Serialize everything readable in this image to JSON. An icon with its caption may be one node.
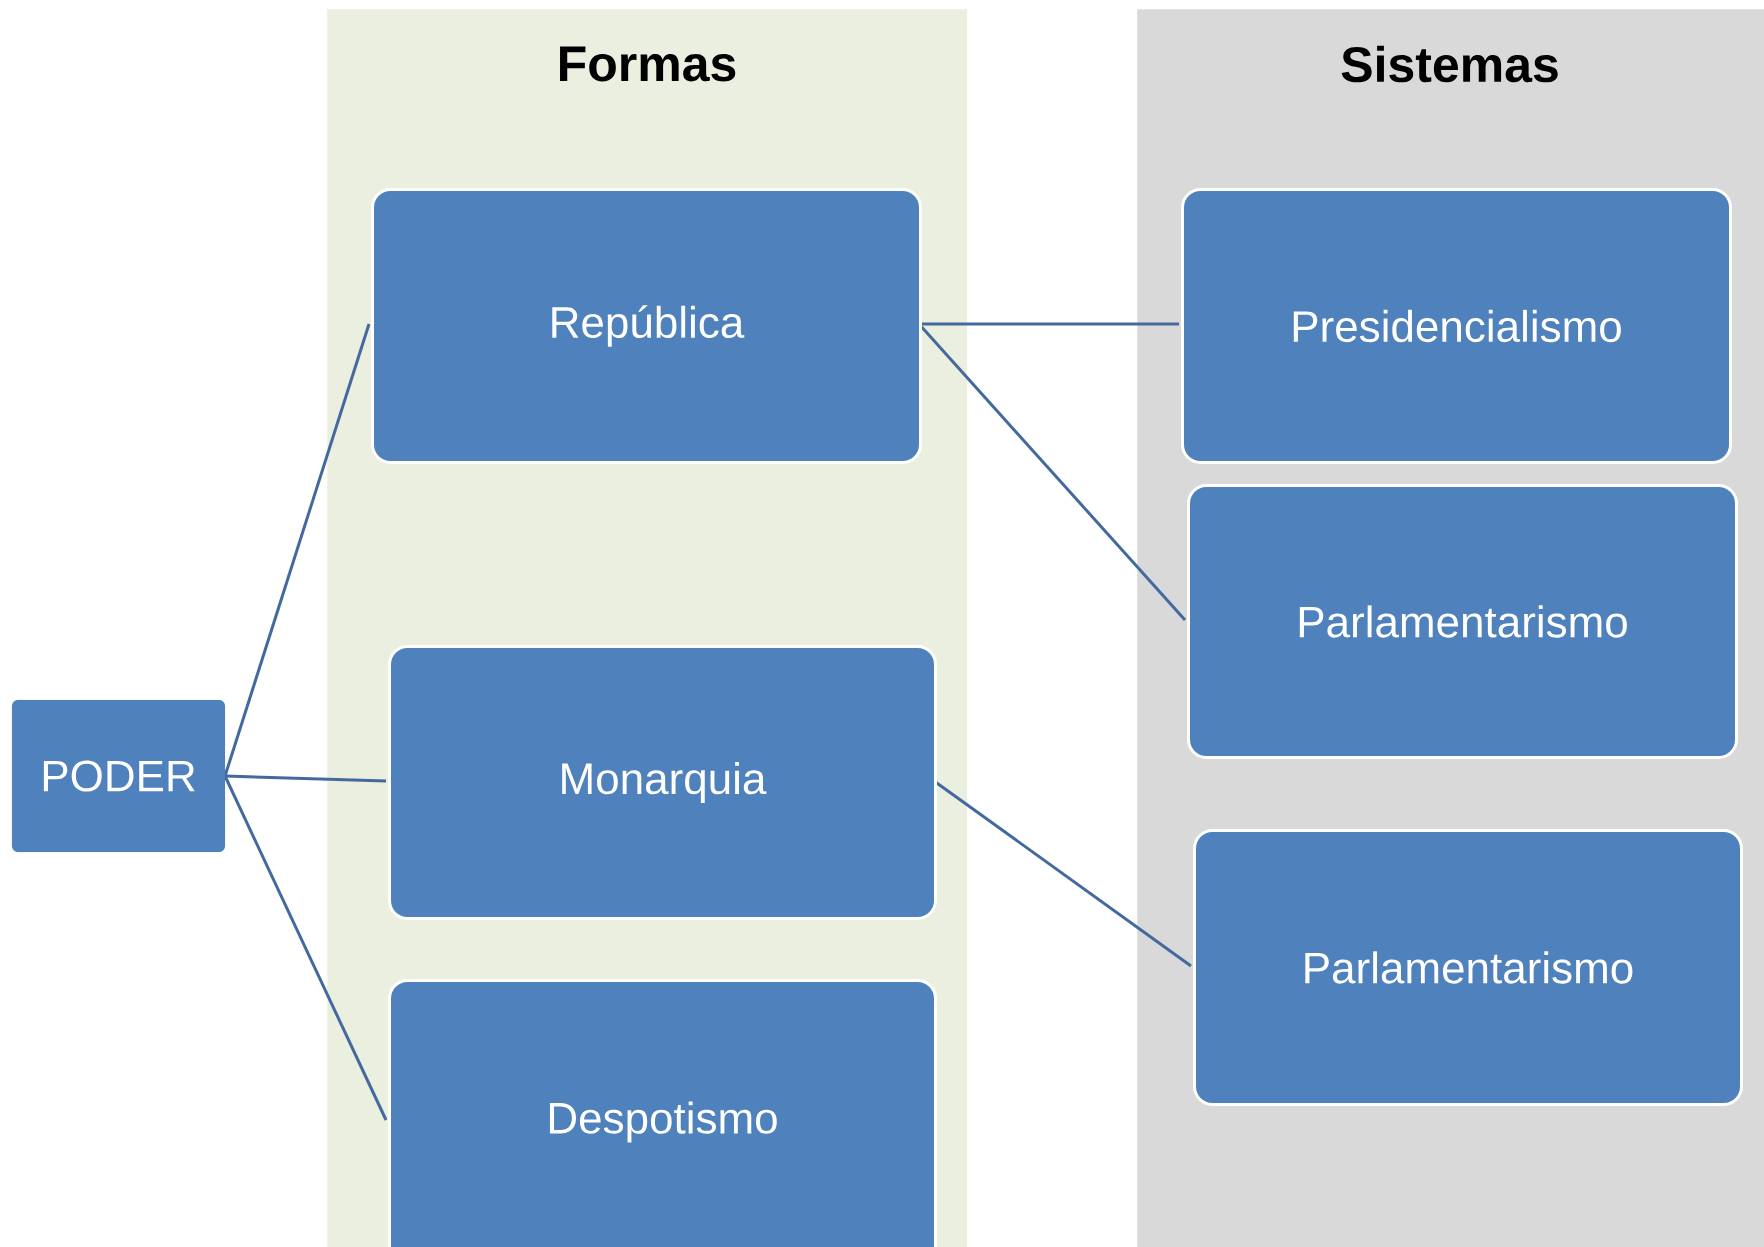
{
  "diagram": {
    "nodes": [
      {
        "text": [
          "PODER"
        ]
      },
      {
        "text": [
          "Formas"
        ]
      },
      {
        "text": [
          "República"
        ],
        "in": 1
      },
      {
        "text": [
          "Monarquia"
        ],
        "in": 1
      },
      {
        "text": [
          "Despotismo"
        ],
        "in": 1
      },
      {
        "text": [
          "Sistemas"
        ]
      },
      {
        "text": [
          "Presidencialismo"
        ],
        "in": 5
      },
      {
        "text": [
          "Parlamentarismo"
        ],
        "in": 5
      },
      {
        "text": [
          "Parlamentarismo"
        ],
        "in": 5
      }
    ],
    "edges": [
      {
        "from": 0,
        "to": 2,
        "arrow": "none"
      },
      {
        "from": 0,
        "to": 3,
        "arrow": "none"
      },
      {
        "from": 0,
        "to": 4,
        "arrow": "none"
      },
      {
        "from": 2,
        "to": 6,
        "arrow": "none"
      },
      {
        "from": 2,
        "to": 7,
        "arrow": "none"
      },
      {
        "from": 3,
        "to": 8,
        "arrow": "none"
      }
    ]
  }
}
